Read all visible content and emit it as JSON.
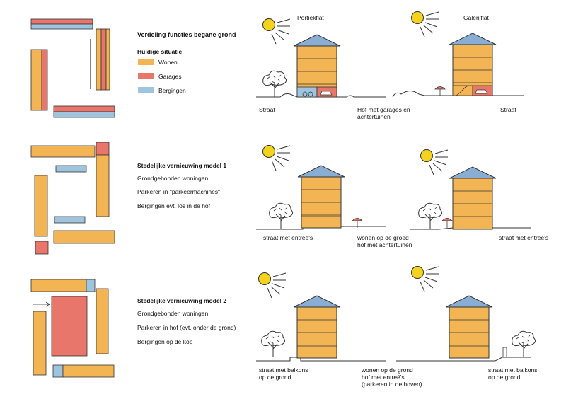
{
  "colors": {
    "wonen": "#f3b553",
    "garages": "#e8766b",
    "bergingen": "#9fc4de",
    "roof": "#8aaed3",
    "sun": "#f5d21e",
    "line": "#222222"
  },
  "sections": [
    {
      "title": "Verdeling functies begane grond",
      "subtitle": "Huidige situatie",
      "legend": [
        {
          "label": "Wonen",
          "color": "#f3b553"
        },
        {
          "label": "Garages",
          "color": "#e8766b"
        },
        {
          "label": "Bergingen",
          "color": "#9fc4de"
        }
      ],
      "sketch_left": {
        "title": "Portiekflat",
        "label_left": "Straat",
        "label_right": "Hof met garages en\nachtertuinen"
      },
      "sketch_right": {
        "title": "Galerijflat",
        "label_right": "Straat"
      }
    },
    {
      "title": "Stedelijke vernieuwing model 1",
      "lines": [
        "Grondgebonden woningen",
        "Parkeren in \"parkeermachines\"",
        "Bergingen evt. los in de hof"
      ],
      "sketch_left": {
        "label_left": "straat met entreé's",
        "label_right": "wonen op de groed\nhof met achtertuinen"
      },
      "sketch_right": {
        "label_right": "straat met entreé's"
      }
    },
    {
      "title": "Stedelijke vernieuwing model 2",
      "lines": [
        "Grondgebonden woningen",
        "Parkeren in hof (evt. onder de grond)",
        "Bergingen op de kop"
      ],
      "sketch_left": {
        "label_left": "straat met balkons\nop de grond",
        "label_right": "wonen op de grond\nhof met entreé's\n(parkeren in de hoven)"
      },
      "sketch_right": {
        "label_right": "straat met balkons\nop de grond"
      }
    }
  ]
}
